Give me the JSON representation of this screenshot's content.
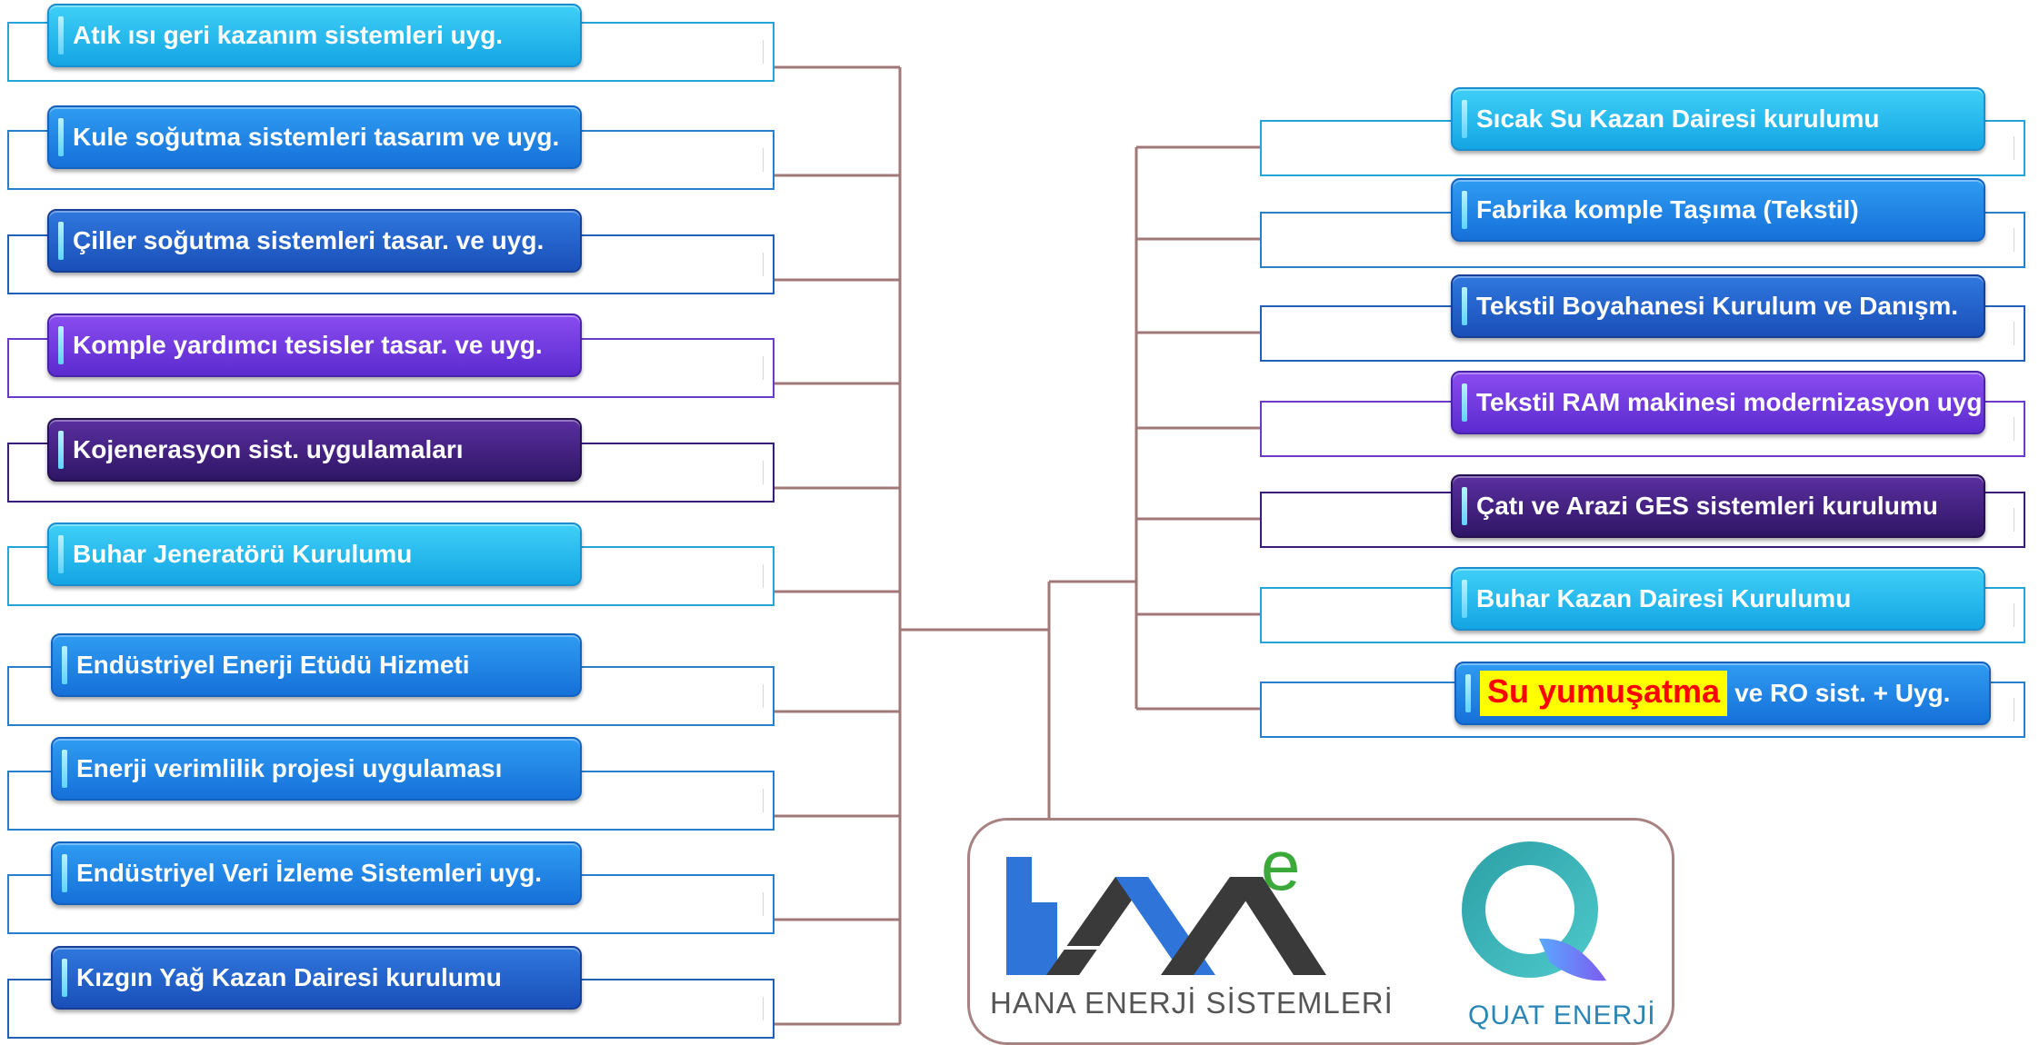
{
  "colors": {
    "connector": "#a07878",
    "light_cyan": "#14a5e4",
    "mid_blue": "#1670d9",
    "royal_blue": "#1a4fb8",
    "violet": "#5b2bcf",
    "dark_purple": "#2f1665",
    "highlight_bg": "#ffff00",
    "highlight_text": "#ff0000"
  },
  "left_services": [
    {
      "label": "Atık ısı geri kazanım sistemleri uyg.",
      "style": "light"
    },
    {
      "label": "Kule soğutma sistemleri tasarım ve uyg.",
      "style": "mid"
    },
    {
      "label": "Çiller soğutma sistemleri tasar. ve uyg.",
      "style": "blue"
    },
    {
      "label": "Komple yardımcı tesisler tasar. ve uyg.",
      "style": "violet"
    },
    {
      "label": "Kojenerasyon sist. uygulamaları",
      "style": "dark"
    },
    {
      "label": "Buhar Jeneratörü Kurulumu",
      "style": "light"
    },
    {
      "label": "Endüstriyel Enerji Etüdü Hizmeti",
      "style": "mid"
    },
    {
      "label": "Enerji verimlilik projesi uygulaması",
      "style": "mid"
    },
    {
      "label": "Endüstriyel Veri İzleme Sistemleri uyg.",
      "style": "mid"
    },
    {
      "label": "Kızgın Yağ Kazan Dairesi kurulumu",
      "style": "blue"
    }
  ],
  "right_services": [
    {
      "label": "Sıcak Su Kazan Dairesi kurulumu",
      "style": "light"
    },
    {
      "label": "Fabrika komple Taşıma (Tekstil)",
      "style": "mid"
    },
    {
      "label": "Tekstil Boyahanesi Kurulum ve Danışm.",
      "style": "blue"
    },
    {
      "label": "Tekstil RAM makinesi modernizasyon uyg.",
      "style": "violet"
    },
    {
      "label": "Çatı ve Arazi GES sistemleri kurulumu",
      "style": "dark"
    },
    {
      "label": "Buhar Kazan Dairesi Kurulumu",
      "style": "light"
    },
    {
      "label": "ve RO sist. + Uyg.",
      "style": "mid",
      "highlight": "Su yumuşatma"
    }
  ],
  "logos": {
    "hana": {
      "mark_letters": "HAN",
      "mark_superscript": "e",
      "caption": "HANA ENERJİ SİSTEMLERİ",
      "icon": "hana-logo-icon"
    },
    "quat": {
      "mark_letter": "Q",
      "caption": "QUAT ENERJİ",
      "icon": "quat-logo-icon"
    }
  }
}
